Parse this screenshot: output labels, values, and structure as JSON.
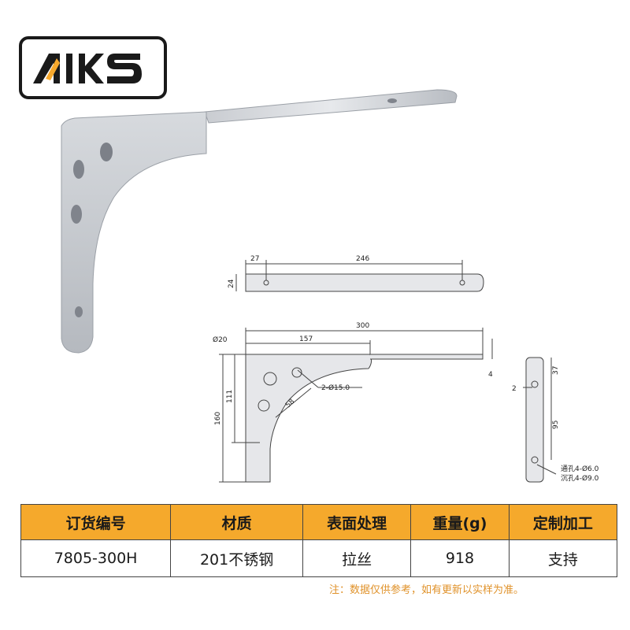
{
  "brand": {
    "logo_text": "AIKS",
    "accent_color": "#f7a92d",
    "frame_color": "#1a1a1a"
  },
  "dimensions": {
    "top_view": {
      "offset": "27",
      "span": "246",
      "height": "24"
    },
    "front_view": {
      "total_length": "300",
      "inner_length": "157",
      "arc_diameter": "Ø20",
      "holes": "2-Ø15.0",
      "radius_label": "58",
      "height_total": "160",
      "height_inner": "111",
      "thickness": "4"
    },
    "side_view": {
      "top_offset": "37",
      "edge_offset": "2",
      "hole_spacing": "95",
      "through_holes": "通孔4-Ø6.0",
      "countersunk_holes": "沉孔4-Ø9.0"
    }
  },
  "table": {
    "headers": [
      "订货编号",
      "材质",
      "表面处理",
      "重量(g)",
      "定制加工"
    ],
    "rows": [
      [
        "7805-300H",
        "201不锈钢",
        "拉丝",
        "918",
        "支持"
      ]
    ],
    "header_color": "#f5a92c"
  },
  "note": "注：数据仅供参考，如有更新以实样为准。"
}
